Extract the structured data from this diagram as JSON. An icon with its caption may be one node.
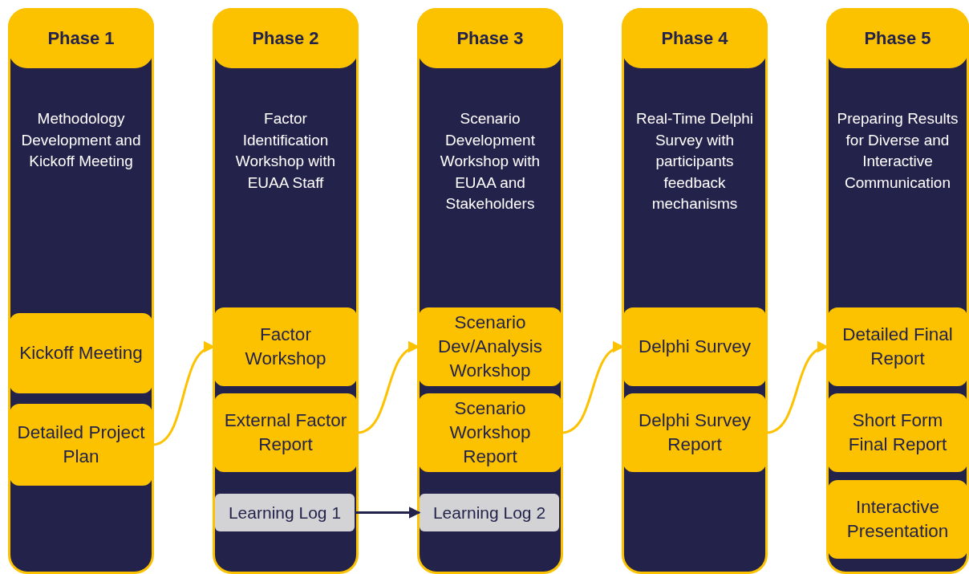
{
  "diagram": {
    "nodes": [
      {
        "text": [
          "Phase 1",
          "Methodology Development and Kickoff Meeting"
        ]
      },
      {
        "text": [
          "Kickoff Meeting"
        ],
        "in": 0
      },
      {
        "text": [
          "Detailed Project Plan"
        ],
        "in": 0
      },
      {
        "text": [
          "Phase 2",
          "Factor Identification Workshop with EUAA Staff"
        ]
      },
      {
        "text": [
          "Factor Workshop"
        ],
        "in": 3
      },
      {
        "text": [
          "External Factor Report"
        ],
        "in": 3
      },
      {
        "text": [
          "Learning Log 1"
        ],
        "in": 3
      },
      {
        "text": [
          "Phase 3",
          "Scenario Development Workshop with EUAA and Stakeholders"
        ]
      },
      {
        "text": [
          "Scenario Dev/Analysis Workshop"
        ],
        "in": 7
      },
      {
        "text": [
          "Scenario Workshop Report"
        ],
        "in": 7
      },
      {
        "text": [
          "Learning Log 2"
        ],
        "in": 7
      },
      {
        "text": [
          "Phase 4",
          "Real-Time Delphi Survey with participants feedback mechanisms"
        ]
      },
      {
        "text": [
          "Delphi Survey"
        ],
        "in": 11
      },
      {
        "text": [
          "Delphi Survey Report"
        ],
        "in": 11
      },
      {
        "text": [
          "Phase 5",
          "Preparing Results for Diverse and Interactive Communication"
        ]
      },
      {
        "text": [
          "Detailed Final Report"
        ],
        "in": 14
      },
      {
        "text": [
          "Short Form Final Report"
        ],
        "in": 14
      },
      {
        "text": [
          "Interactive Presentation"
        ],
        "in": 14
      }
    ],
    "edges": [
      {
        "from": 2,
        "to": 4,
        "arrow": "to"
      },
      {
        "from": 5,
        "to": 8,
        "arrow": "to"
      },
      {
        "from": 9,
        "to": 12,
        "arrow": "to"
      },
      {
        "from": 13,
        "to": 15,
        "arrow": "to"
      },
      {
        "from": 6,
        "to": 10,
        "arrow": "to",
        "color": "#23224a"
      }
    ]
  }
}
